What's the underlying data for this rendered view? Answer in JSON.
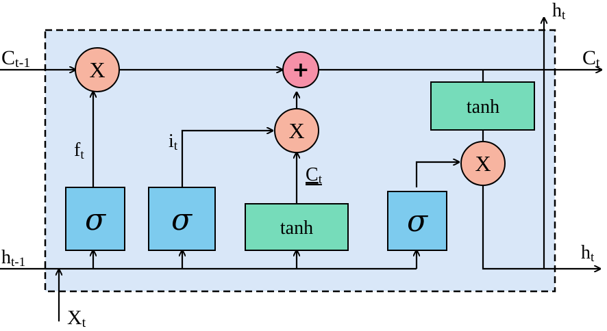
{
  "labels": {
    "c_prev": {
      "main": "C",
      "sub": "t-1"
    },
    "c_next": {
      "main": "C",
      "sub": "t"
    },
    "h_prev": {
      "main": "h",
      "sub": "t-1"
    },
    "h_out_right": {
      "main": "h",
      "sub": "t"
    },
    "h_out_top": {
      "main": "h",
      "sub": "t"
    },
    "x_in": {
      "main": "X",
      "sub": "t"
    },
    "forget": {
      "main": "f",
      "sub": "t"
    },
    "input": {
      "main": "i",
      "sub": "t"
    },
    "candidate": {
      "main": "C",
      "sub": "t"
    }
  },
  "gates": {
    "sigma_symbol": "σ",
    "tanh_label": "tanh",
    "multiply_symbol": "X",
    "add_symbol": "+"
  },
  "colors": {
    "cell_background": "#d9e7f8",
    "sigma_box": "#7dcbee",
    "tanh_box": "#76dcba",
    "multiply_circle": "#f7b4a0",
    "add_circle": "#f690a8"
  }
}
